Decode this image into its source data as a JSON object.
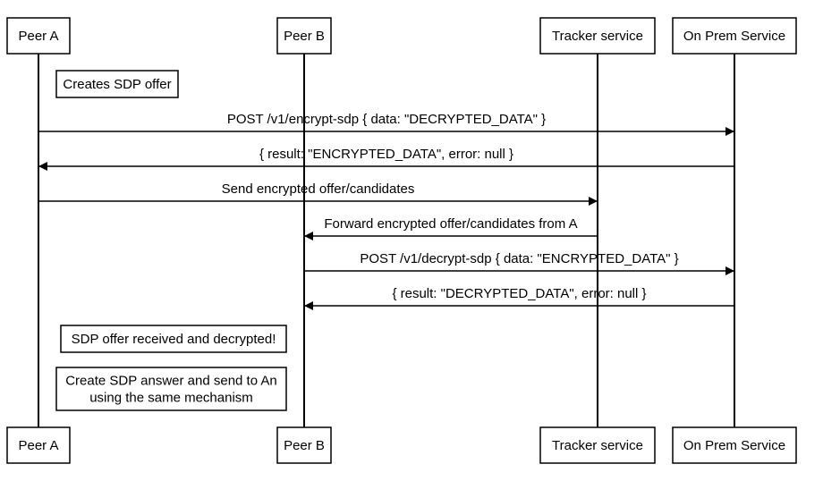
{
  "participants": [
    {
      "id": "peer_a",
      "label": "Peer A"
    },
    {
      "id": "peer_b",
      "label": "Peer B"
    },
    {
      "id": "tracker",
      "label": "Tracker service"
    },
    {
      "id": "onprem",
      "label": "On Prem Service"
    }
  ],
  "notes": [
    {
      "id": "note_1",
      "lines": [
        "Creates SDP offer"
      ]
    },
    {
      "id": "note_2",
      "lines": [
        "SDP offer received and decrypted!"
      ]
    },
    {
      "id": "note_3",
      "lines": [
        "Create SDP answer and send to An",
        "using the same mechanism"
      ]
    }
  ],
  "messages": [
    {
      "id": "msg_1",
      "from": "peer_a",
      "to": "onprem",
      "label": "POST /v1/encrypt-sdp { data: \"DECRYPTED_DATA\" }"
    },
    {
      "id": "msg_2",
      "from": "onprem",
      "to": "peer_a",
      "label": "{ result: \"ENCRYPTED_DATA\", error: null }"
    },
    {
      "id": "msg_3",
      "from": "peer_a",
      "to": "tracker",
      "label": "Send encrypted offer/candidates"
    },
    {
      "id": "msg_4",
      "from": "tracker",
      "to": "peer_b",
      "label": "Forward encrypted offer/candidates from A"
    },
    {
      "id": "msg_5",
      "from": "peer_b",
      "to": "onprem",
      "label": "POST /v1/decrypt-sdp { data: \"ENCRYPTED_DATA\" }"
    },
    {
      "id": "msg_6",
      "from": "onprem",
      "to": "peer_b",
      "label": "{ result: \"DECRYPTED_DATA\", error: null }"
    }
  ]
}
